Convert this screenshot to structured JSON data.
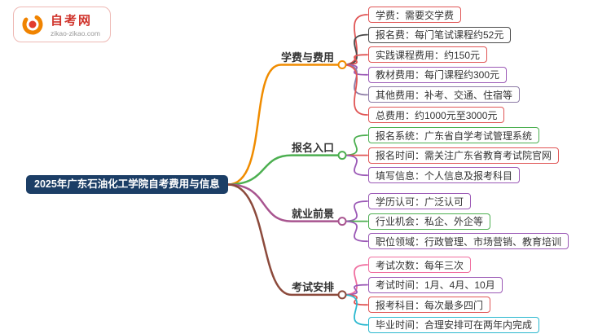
{
  "logo": {
    "title": "自考网",
    "subtitle": "zikao-zikao.com"
  },
  "root": {
    "label": "2025年广东石油化工学院自考费用与信息",
    "bg": "#1c3e66",
    "text_color": "#ffffff"
  },
  "branches": [
    {
      "label": "学费与费用",
      "color": "#f08c00",
      "leaves": [
        {
          "label": "学费：需要交学费",
          "color": "#e05555"
        },
        {
          "label": "报名费：每门笔试课程约52元",
          "color": "#4a4a4a"
        },
        {
          "label": "实践课程费用：约150元",
          "color": "#e05555"
        },
        {
          "label": "教材费用：每门课程约300元",
          "color": "#9b59b6"
        },
        {
          "label": "其他费用：补考、交通、住宿等",
          "color": "#8d7ba6"
        },
        {
          "label": "总费用：约1000元至3000元",
          "color": "#e05555"
        }
      ]
    },
    {
      "label": "报名入口",
      "color": "#4caf50",
      "leaves": [
        {
          "label": "报名系统：广东省自学考试管理系统",
          "color": "#4caf50"
        },
        {
          "label": "报名时间：需关注广东省教育考试院官网",
          "color": "#e05555"
        },
        {
          "label": "填写信息：个人信息及报考科目",
          "color": "#9b59b6"
        }
      ]
    },
    {
      "label": "就业前景",
      "color": "#a8548f",
      "leaves": [
        {
          "label": "学历认可：广泛认可",
          "color": "#9b59b6"
        },
        {
          "label": "行业机会：私企、外企等",
          "color": "#4caf50"
        },
        {
          "label": "职位领域：行政管理、市场营销、教育培训",
          "color": "#9b59b6"
        }
      ]
    },
    {
      "label": "考试安排",
      "color": "#8c4a3c",
      "leaves": [
        {
          "label": "考试次数：每年三次",
          "color": "#f06fa0"
        },
        {
          "label": "考试时间：1月、4月、10月",
          "color": "#9b59b6"
        },
        {
          "label": "报考科目：每次最多四门",
          "color": "#e05555"
        },
        {
          "label": "毕业时间：合理安排可在两年内完成",
          "color": "#2ab8cf"
        }
      ]
    }
  ]
}
